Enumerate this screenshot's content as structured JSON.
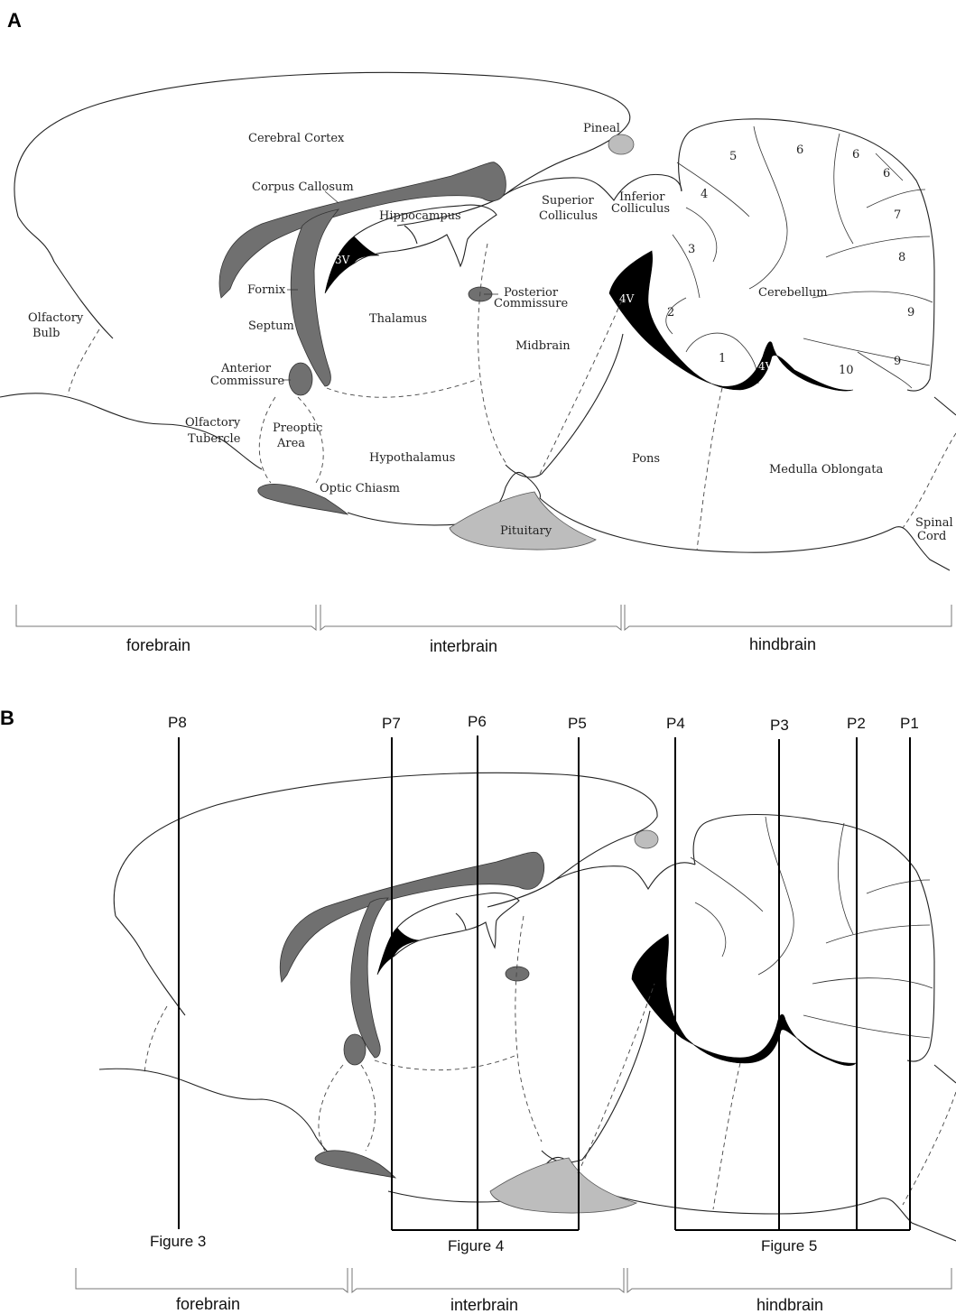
{
  "panel_a": {
    "label": "A",
    "structures": {
      "cerebral_cortex": "Cerebral Cortex",
      "corpus_callosum": "Corpus Callosum",
      "hippocampus": "Hippocampus",
      "pineal": "Pineal",
      "superior_colliculus_1": "Superior",
      "superior_colliculus_2": "Colliculus",
      "inferior_colliculus_1": "Inferior",
      "inferior_colliculus_2": "Colliculus",
      "third_ventricle": "3V",
      "fornix": "Fornix",
      "septum": "Septum",
      "thalamus": "Thalamus",
      "posterior_commissure_1": "Posterior",
      "posterior_commissure_2": "Commissure",
      "midbrain": "Midbrain",
      "olfactory_bulb_1": "Olfactory",
      "olfactory_bulb_2": "Bulb",
      "anterior_commissure_1": "Anterior",
      "anterior_commissure_2": "Commissure",
      "olfactory_tubercle_1": "Olfactory",
      "olfactory_tubercle_2": "Tubercle",
      "preoptic_area_1": "Preoptic",
      "preoptic_area_2": "Area",
      "hypothalamus": "Hypothalamus",
      "optic_chiasm": "Optic Chiasm",
      "pituitary": "Pituitary",
      "pons": "Pons",
      "medulla": "Medulla Oblongata",
      "spinal_cord_1": "Spinal",
      "spinal_cord_2": "Cord",
      "cerebellum": "Cerebellum",
      "fourth_ventricle_upper": "4V",
      "fourth_ventricle_lower": "4V"
    },
    "lobules": [
      "1",
      "2",
      "3",
      "4",
      "5",
      "6",
      "6",
      "6",
      "7",
      "8",
      "9",
      "9",
      "10"
    ],
    "regions": [
      "forebrain",
      "interbrain",
      "hindbrain"
    ]
  },
  "panel_b": {
    "label": "B",
    "planes": [
      "P8",
      "P7",
      "P6",
      "P5",
      "P4",
      "P3",
      "P2",
      "P1"
    ],
    "figures": [
      "Figure 3",
      "Figure 4",
      "Figure 5"
    ],
    "regions": [
      "forebrain",
      "interbrain",
      "hindbrain"
    ]
  }
}
